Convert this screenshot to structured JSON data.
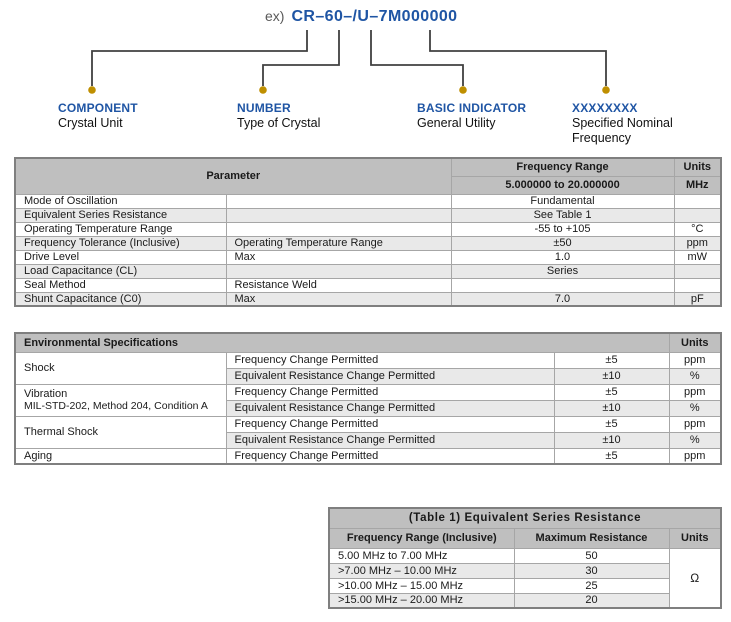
{
  "diagram": {
    "example_prefix": "ex)",
    "part_number": "CR–60–/U–7M000000",
    "callouts": [
      {
        "title": "COMPONENT",
        "subtitle": "Crystal Unit"
      },
      {
        "title": "NUMBER",
        "subtitle": "Type of Crystal"
      },
      {
        "title": "BASIC INDICATOR",
        "subtitle": "General Utility"
      },
      {
        "title": "XXXXXXXX",
        "subtitle": "Specified Nominal Frequency"
      }
    ],
    "colors": {
      "accent_blue": "#1F55A4",
      "dot_gold": "#BF8F00",
      "line_gray": "#404040",
      "prefix_gray": "#595959"
    }
  },
  "spec_table": {
    "header": {
      "parameter": "Parameter",
      "frequency_range": "Frequency Range",
      "units": "Units",
      "frequency_value": "5.000000 to 20.000000",
      "units_value": "MHz"
    },
    "rows": [
      {
        "parameter": "Mode of Oscillation",
        "condition": "",
        "value": "Fundamental",
        "unit": ""
      },
      {
        "parameter": "Equivalent Series Resistance",
        "condition": "",
        "value": "See Table 1",
        "unit": ""
      },
      {
        "parameter": "Operating Temperature Range",
        "condition": "",
        "value": "-55 to +105",
        "unit": "°C"
      },
      {
        "parameter": "Frequency Tolerance (Inclusive)",
        "condition": "Operating Temperature Range",
        "value": "±50",
        "unit": "ppm"
      },
      {
        "parameter": "Drive Level",
        "condition": "Max",
        "value": "1.0",
        "unit": "mW"
      },
      {
        "parameter": "Load Capacitance (CL)",
        "condition": "",
        "value": "Series",
        "unit": ""
      },
      {
        "parameter": "Seal Method",
        "condition": "Resistance Weld",
        "value": "",
        "unit": ""
      },
      {
        "parameter": "Shunt Capacitance (C0)",
        "condition": "Max",
        "value": "7.0",
        "unit": "pF"
      }
    ]
  },
  "env_table": {
    "title": "Environmental Specifications",
    "units_label": "Units",
    "groups": [
      {
        "name": "Shock",
        "name2": "",
        "rows": [
          {
            "desc": "Frequency Change Permitted",
            "value": "±5",
            "unit": "ppm"
          },
          {
            "desc": "Equivalent Resistance Change Permitted",
            "value": "±10",
            "unit": "%"
          }
        ]
      },
      {
        "name": "Vibration",
        "name2": "MIL-STD-202, Method 204, Condition A",
        "rows": [
          {
            "desc": "Frequency Change Permitted",
            "value": "±5",
            "unit": "ppm"
          },
          {
            "desc": "Equivalent Resistance Change Permitted",
            "value": "±10",
            "unit": "%"
          }
        ]
      },
      {
        "name": "Thermal Shock",
        "name2": "",
        "rows": [
          {
            "desc": "Frequency Change Permitted",
            "value": "±5",
            "unit": "ppm"
          },
          {
            "desc": "Equivalent Resistance Change Permitted",
            "value": "±10",
            "unit": "%"
          }
        ]
      },
      {
        "name": "Aging",
        "name2": "",
        "rows": [
          {
            "desc": "Frequency Change Permitted",
            "value": "±5",
            "unit": "ppm"
          }
        ]
      }
    ]
  },
  "esr_table": {
    "title": "(Table 1) Equivalent Series Resistance",
    "col_headers": {
      "range": "Frequency Range (Inclusive)",
      "resistance": "Maximum Resistance",
      "units": "Units"
    },
    "rows": [
      {
        "range": "5.00 MHz to 7.00 MHz",
        "resistance": "50"
      },
      {
        "range": ">7.00 MHz – 10.00 MHz",
        "resistance": "30"
      },
      {
        "range": ">10.00 MHz – 15.00 MHz",
        "resistance": "25"
      },
      {
        "range": ">15.00 MHz – 20.00 MHz",
        "resistance": "20"
      }
    ],
    "unit": "Ω"
  }
}
